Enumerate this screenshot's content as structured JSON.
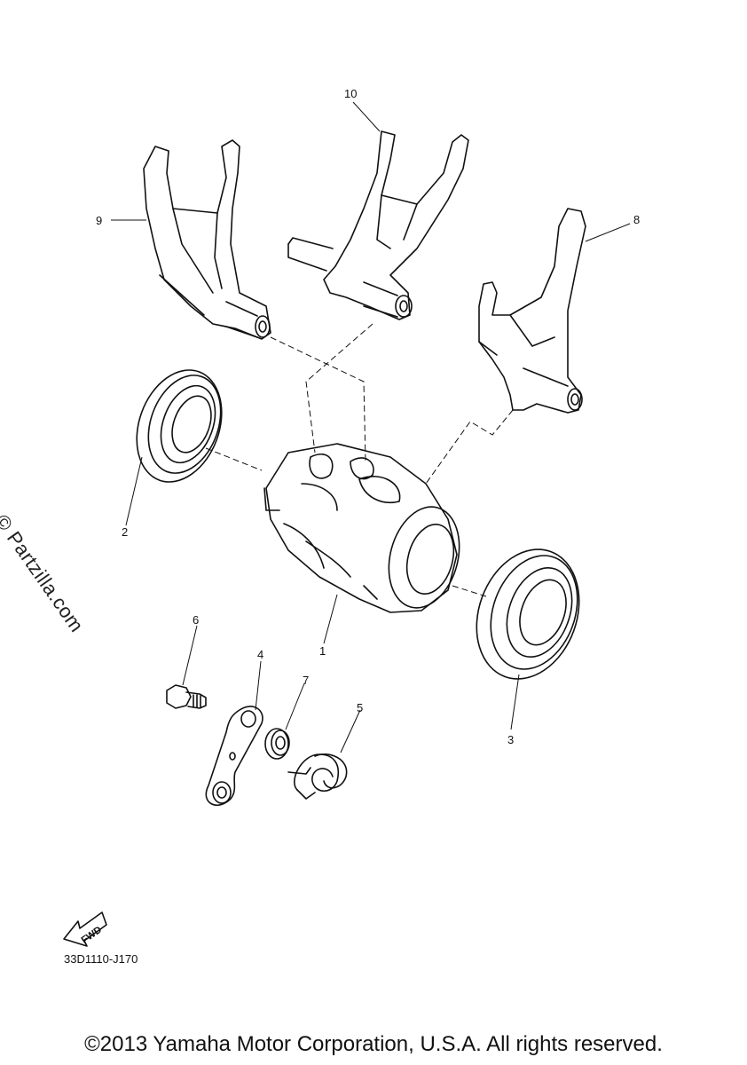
{
  "diagram": {
    "callouts": {
      "part_1": "1",
      "part_2": "2",
      "part_3": "3",
      "part_4": "4",
      "part_5": "5",
      "part_6": "6",
      "part_7": "7",
      "part_8": "8",
      "part_9": "9",
      "part_10": "10"
    },
    "fwd_label": "FWD",
    "diagram_code": "33D1110-J170"
  },
  "watermark": "© Partzilla.com",
  "footer": {
    "copyright": "©2013 Yamaha Motor Corporation, U.S.A. All rights reserved."
  }
}
